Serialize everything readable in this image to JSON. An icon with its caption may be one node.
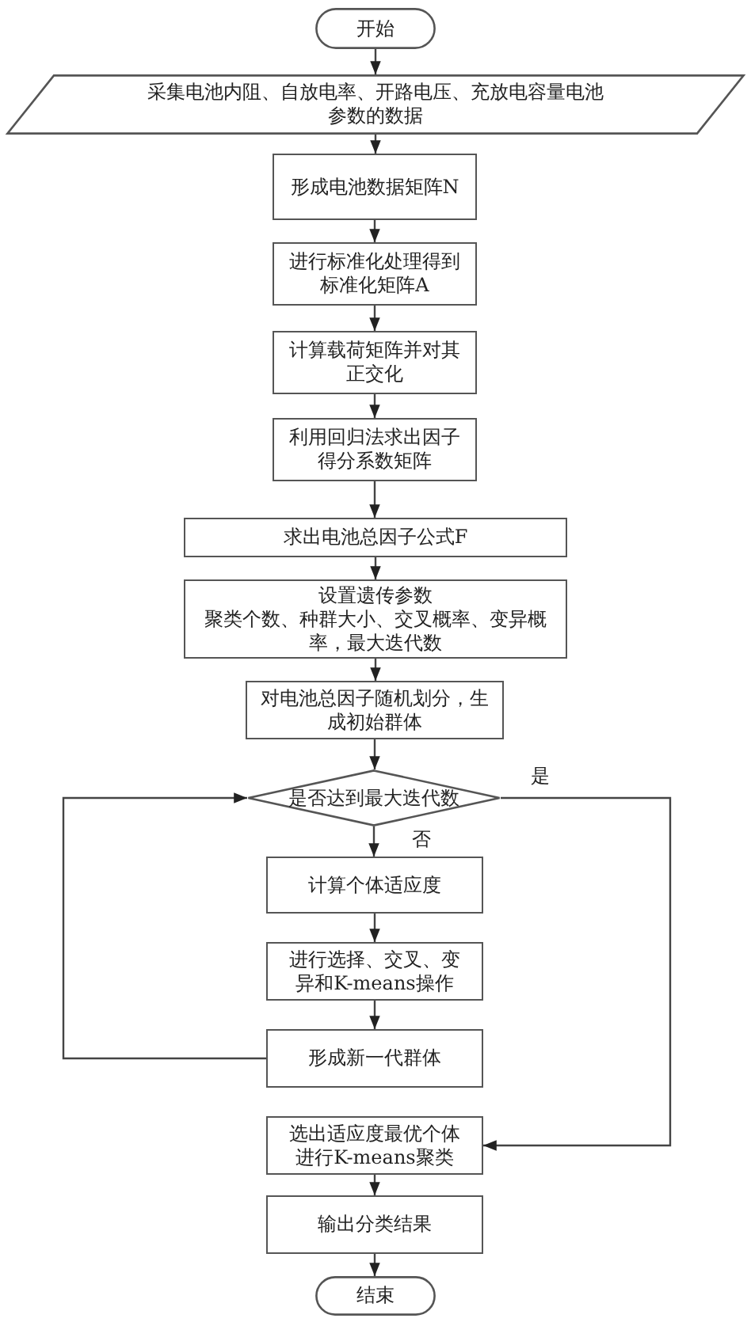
{
  "diagram": {
    "nodes": [
      {
        "text": [
          "开始"
        ]
      },
      {
        "text": [
          "采集电池内阻、自放电率、开路电压、充放电容量电池参数的数据"
        ]
      },
      {
        "text": [
          "形成电池数据矩阵N"
        ]
      },
      {
        "text": [
          "进行标准化处理得到标准化矩阵A"
        ]
      },
      {
        "text": [
          "计算载荷矩阵并对其正交化"
        ]
      },
      {
        "text": [
          "利用回归法求出因子得分系数矩阵"
        ]
      },
      {
        "text": [
          "求出电池总因子公式F"
        ]
      },
      {
        "text": [
          "设置遗传参数",
          "聚类个数、种群大小、交叉概率、变异概率，最大迭代数"
        ]
      },
      {
        "text": [
          "对电池总因子随机划分，生成初始群体"
        ]
      },
      {
        "text": [
          "是否达到最大迭代数"
        ]
      },
      {
        "text": [
          "计算个体适应度"
        ]
      },
      {
        "text": [
          "进行选择、交叉、变异和K-means操作"
        ]
      },
      {
        "text": [
          "形成新一代群体"
        ]
      },
      {
        "text": [
          "选出适应度最优个体进行K-means聚类"
        ]
      },
      {
        "text": [
          "输出分类结果"
        ]
      },
      {
        "text": [
          "结束"
        ]
      }
    ],
    "edges": [
      {
        "from": 0,
        "to": 1,
        "arrow": "to"
      },
      {
        "from": 1,
        "to": 2,
        "arrow": "to"
      },
      {
        "from": 2,
        "to": 3,
        "arrow": "to"
      },
      {
        "from": 3,
        "to": 4,
        "arrow": "to"
      },
      {
        "from": 4,
        "to": 5,
        "arrow": "to"
      },
      {
        "from": 5,
        "to": 6,
        "arrow": "to"
      },
      {
        "from": 6,
        "to": 7,
        "arrow": "to"
      },
      {
        "from": 7,
        "to": 8,
        "arrow": "to"
      },
      {
        "from": 8,
        "to": 9,
        "arrow": "to"
      },
      {
        "from": 9,
        "to": 10,
        "arrow": "to",
        "label": "否"
      },
      {
        "from": 10,
        "to": 11,
        "arrow": "to"
      },
      {
        "from": 11,
        "to": 12,
        "arrow": "to"
      },
      {
        "from": 12,
        "to": 9,
        "arrow": "to"
      },
      {
        "from": 9,
        "to": 13,
        "arrow": "to",
        "label": "是"
      },
      {
        "from": 13,
        "to": 14,
        "arrow": "to"
      },
      {
        "from": 14,
        "to": 15,
        "arrow": "to"
      }
    ]
  }
}
